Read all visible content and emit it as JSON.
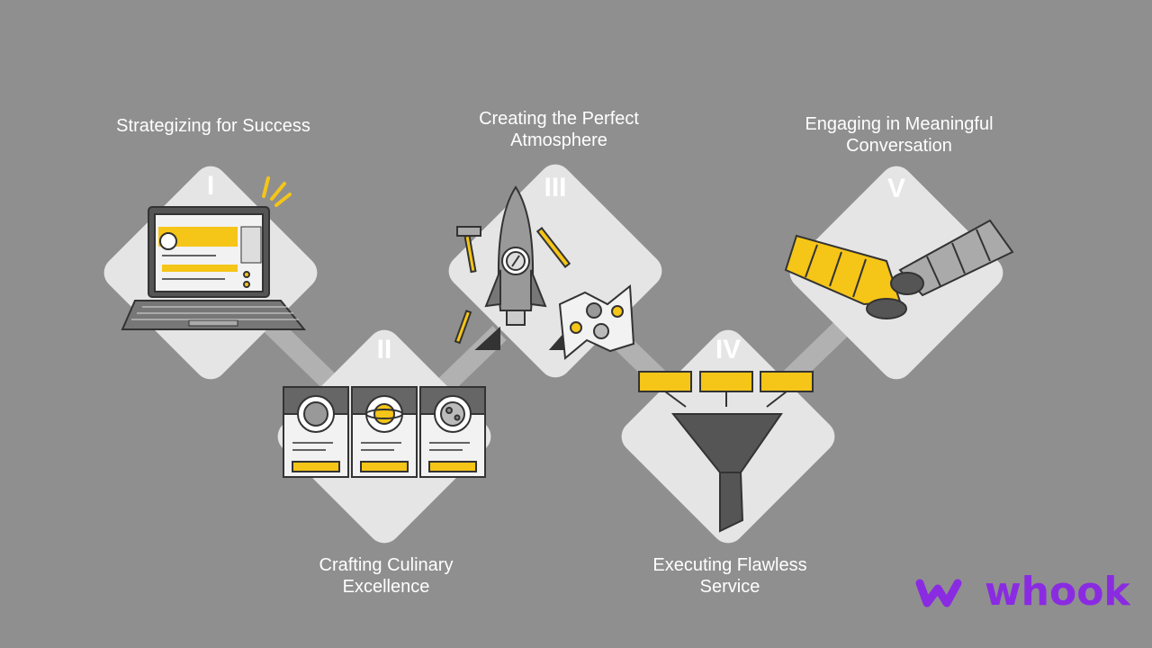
{
  "steps": [
    {
      "numeral": "I",
      "title_line1": "Strategizing for Success",
      "title_line2": ""
    },
    {
      "numeral": "II",
      "title_line1": "Crafting Culinary",
      "title_line2": "Excellence"
    },
    {
      "numeral": "III",
      "title_line1": "Creating the Perfect",
      "title_line2": "Atmosphere"
    },
    {
      "numeral": "IV",
      "title_line1": "Executing Flawless",
      "title_line2": "Service"
    },
    {
      "numeral": "V",
      "title_line1": "Engaging in Meaningful",
      "title_line2": "Conversation"
    }
  ],
  "brand": {
    "name": "whook",
    "color": "#8a2be2"
  },
  "colors": {
    "background": "#8f8f8f",
    "diamond": "#e5e5e5",
    "accent": "#f5c518",
    "dark": "#555555"
  },
  "icons": [
    "laptop-icon",
    "planet-cards-icon",
    "rocket-icon",
    "funnel-icon",
    "handshake-icon"
  ]
}
